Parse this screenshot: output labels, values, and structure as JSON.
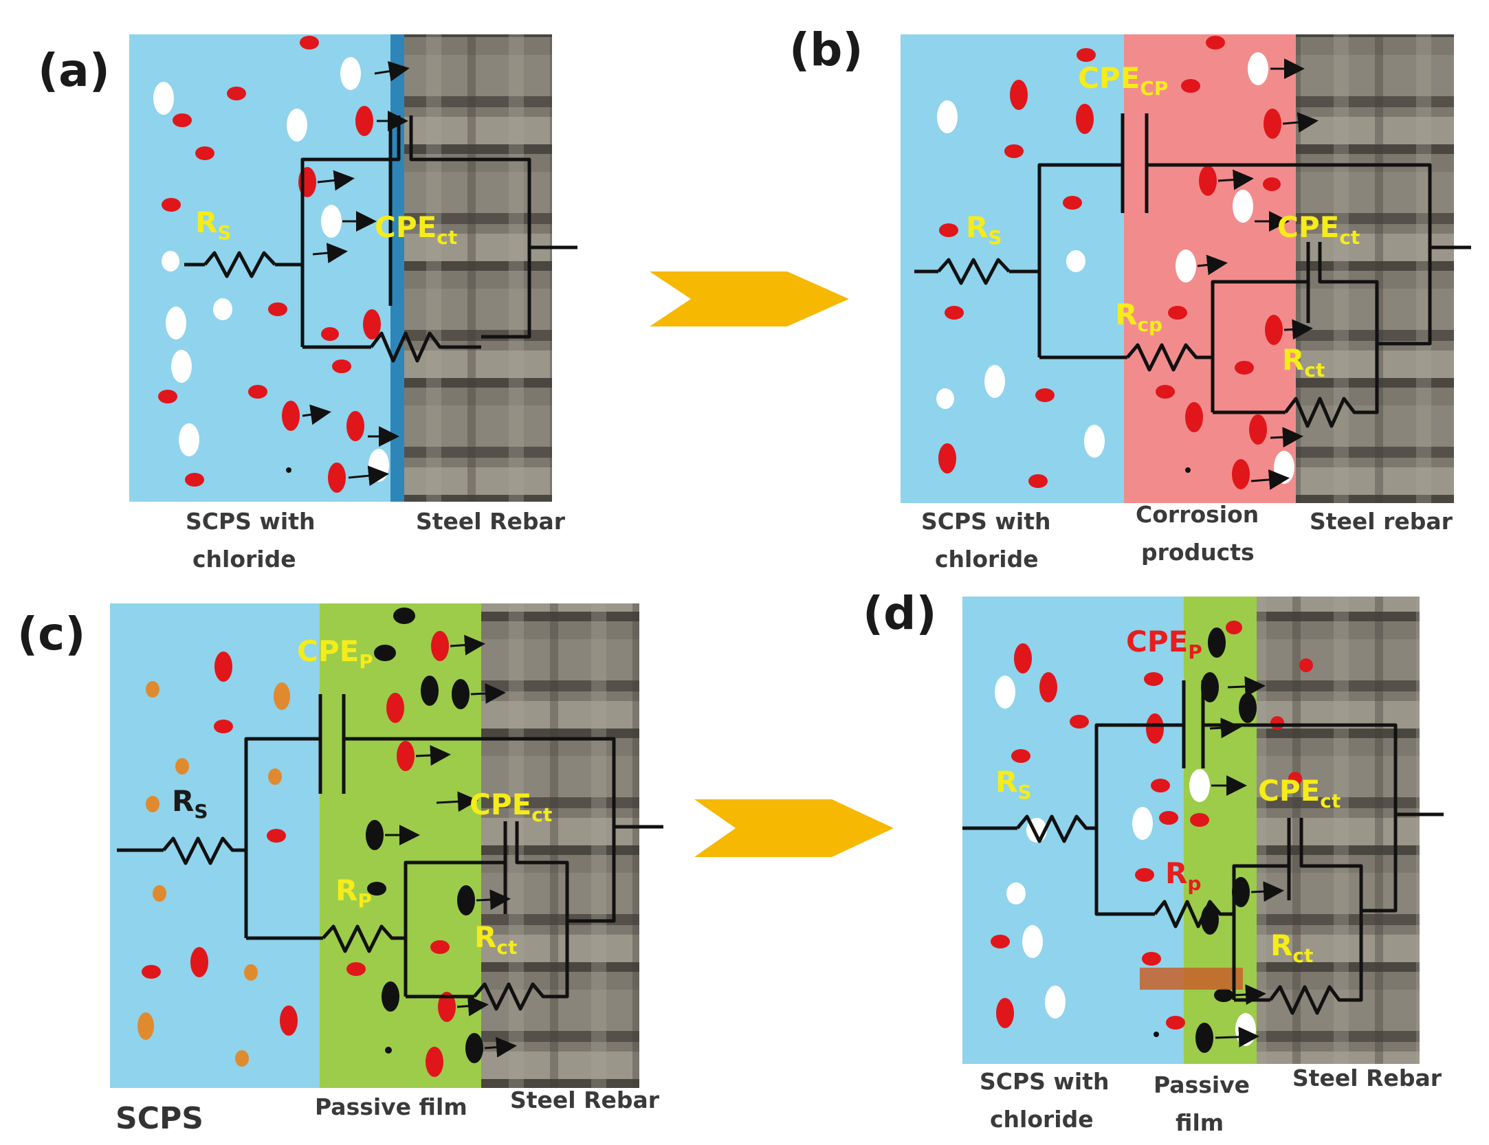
{
  "panels": [
    {
      "letter": "(a)",
      "captions": {
        "medium": [
          "SCPS with",
          "chloride"
        ],
        "rebar": [
          "Steel Rebar"
        ]
      },
      "labels": {
        "rs_main": "R",
        "rs_sub": "S",
        "cpe_ct_main": "CPE",
        "cpe_ct_sub": "ct"
      }
    },
    {
      "letter": "(b)",
      "captions": {
        "medium": [
          "SCPS with",
          "chloride"
        ],
        "layer": [
          "Corrosion",
          "products"
        ],
        "rebar": [
          "Steel rebar"
        ]
      },
      "labels": {
        "cpe_cp_main": "CPE",
        "cpe_cp_sub": "CP",
        "rs_main": "R",
        "rs_sub": "S",
        "cpe_ct_main": "CPE",
        "cpe_ct_sub": "ct",
        "rcp_main": "R",
        "rcp_sub": "cp",
        "rct_main": "R",
        "rct_sub": "ct"
      }
    },
    {
      "letter": "(c)",
      "captions": {
        "medium": [
          "SCPS"
        ],
        "layer": [
          "Passive film"
        ],
        "rebar": [
          "Steel Rebar"
        ]
      },
      "labels": {
        "cpe_p_main": "CPE",
        "cpe_p_sub": "P",
        "rs_main": "R",
        "rs_sub": "S",
        "cpe_ct_main": "CPE",
        "cpe_ct_sub": "ct",
        "rp_main": "R",
        "rp_sub": "P",
        "rct_main": "R",
        "rct_sub": "ct"
      }
    },
    {
      "letter": "(d)",
      "captions": {
        "medium": [
          "SCPS with",
          "chloride"
        ],
        "layer": [
          "Passive",
          "film"
        ],
        "rebar": [
          "Steel Rebar"
        ]
      },
      "labels": {
        "cpe_p_main": "CPE",
        "cpe_p_sub": "P",
        "rs_main": "R",
        "rs_sub": "S",
        "cpe_ct_main": "CPE",
        "cpe_ct_sub": "ct",
        "rp_main": "R",
        "rp_sub": "p",
        "rct_main": "R",
        "rct_sub": "ct"
      }
    }
  ],
  "colors": {
    "solution": "#8fd3ec",
    "corrosion_layer": "#f28c8c",
    "passive_film": "#9ccc4a",
    "steel": "#7d786e",
    "label_yellow": "#f5ec1a",
    "label_red": "#e81d1d",
    "label_dark": "#1a1a1a",
    "arrow": "#f6b800",
    "chloride_ion": "#e0161b",
    "white_ion": "#ffffff",
    "orange_ion": "#e08a30",
    "black_ion": "#111111"
  },
  "icons": [
    "transition-arrow-icon",
    "resistor-icon",
    "capacitor-icon",
    "ion-arrow-icon"
  ]
}
